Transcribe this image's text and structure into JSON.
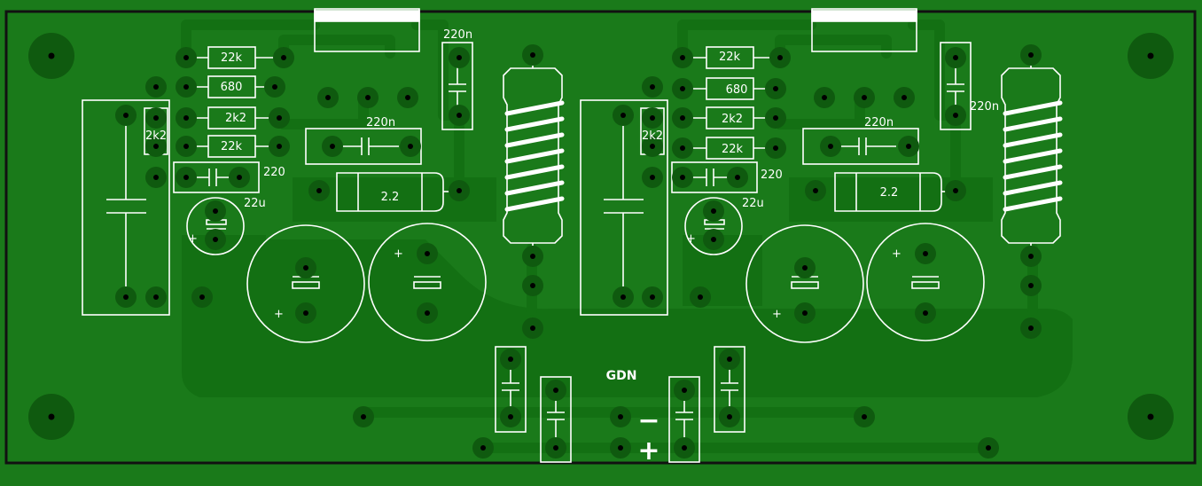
{
  "colors": {
    "board": "#1a7a1a",
    "copper": "#137013",
    "pad": "#0f5a0f",
    "drill": "#000000",
    "silk": "#ffffff",
    "outline": "#111111"
  },
  "left_channel": {
    "r1": "22k",
    "r2": "680",
    "r3": "2k2",
    "r4": "22k",
    "r_vertical": "2k2",
    "c_small": "220",
    "c_elec": "22u",
    "c_film_top": "220n",
    "c_film_mid": "220n",
    "r_power": "2.2"
  },
  "right_channel": {
    "r1": "22k",
    "r2": "680",
    "r3": "2k2",
    "r4": "22k",
    "r_vertical": "2k2",
    "c_small": "220",
    "c_elec": "22u",
    "c_film_top": "220n",
    "c_film_mid": "220n",
    "r_power": "2.2"
  },
  "power": {
    "gnd_label": "GDN",
    "minus": "−",
    "plus": "+"
  },
  "polarity_mark": "+"
}
